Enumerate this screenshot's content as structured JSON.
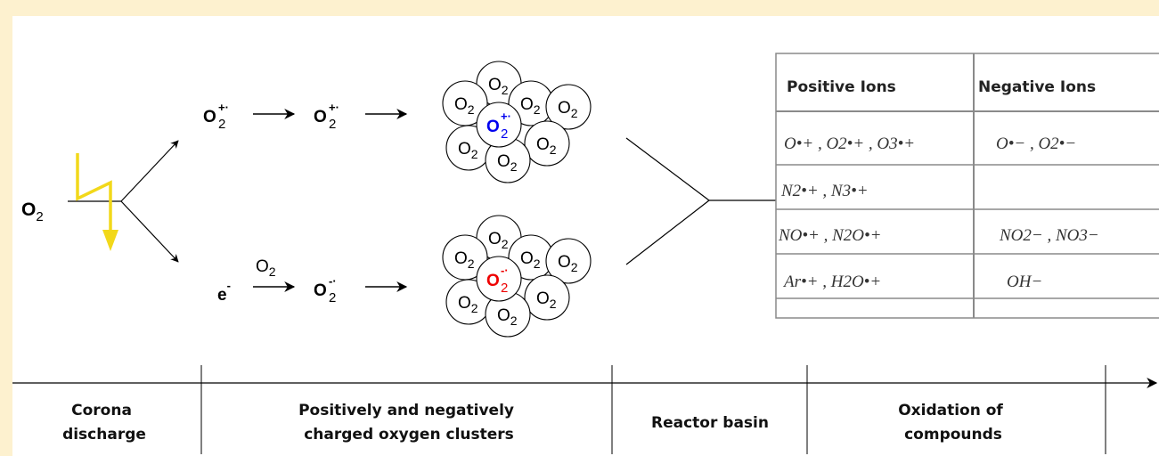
{
  "colors": {
    "border": "#fdf1cf",
    "lightning": "#f2d81a",
    "cation": "#0000ee",
    "anion": "#ee0000",
    "ink": "#000000"
  },
  "source": {
    "base": "O",
    "sub": "2"
  },
  "branch_upper": {
    "species1": {
      "base": "O",
      "sub": "2",
      "sup": "+·"
    },
    "species2": {
      "base": "O",
      "sub": "2",
      "sup": "+·"
    },
    "cluster": {
      "neighbors": [
        "O2",
        "O2",
        "O2",
        "O2",
        "O2",
        "O2",
        "O2"
      ],
      "center": {
        "base": "O",
        "sub": "2",
        "sup": "+·"
      }
    }
  },
  "branch_lower": {
    "electron": {
      "base": "e",
      "sup": "-"
    },
    "over_arrow": {
      "base": "O",
      "sub": "2"
    },
    "species": {
      "base": "O",
      "sub": "2",
      "sup": "-·"
    },
    "cluster": {
      "neighbors": [
        "O2",
        "O2",
        "O2",
        "O2",
        "O2",
        "O2",
        "O2"
      ],
      "center": {
        "base": "O",
        "sub": "2",
        "sup": "-·"
      }
    }
  },
  "ion_table": {
    "headers": [
      "Positive Ions",
      "Negative Ions"
    ],
    "rows": [
      [
        "O•+ , O2•+ , O3•+",
        "O•− , O2•−"
      ],
      [
        "N2•+ , N3•+",
        ""
      ],
      [
        "NO•+ , N2O•+",
        "NO2− , NO3−"
      ],
      [
        "Ar•+ , H2O•+",
        "OH−"
      ],
      [
        "",
        ""
      ]
    ]
  },
  "stages": [
    {
      "lines": [
        "Corona",
        "discharge"
      ]
    },
    {
      "lines": [
        "Positively and negatively",
        "charged oxygen clusters"
      ]
    },
    {
      "lines": [
        "Reactor basin"
      ]
    },
    {
      "lines": [
        "Oxidation of",
        "compounds"
      ]
    }
  ]
}
